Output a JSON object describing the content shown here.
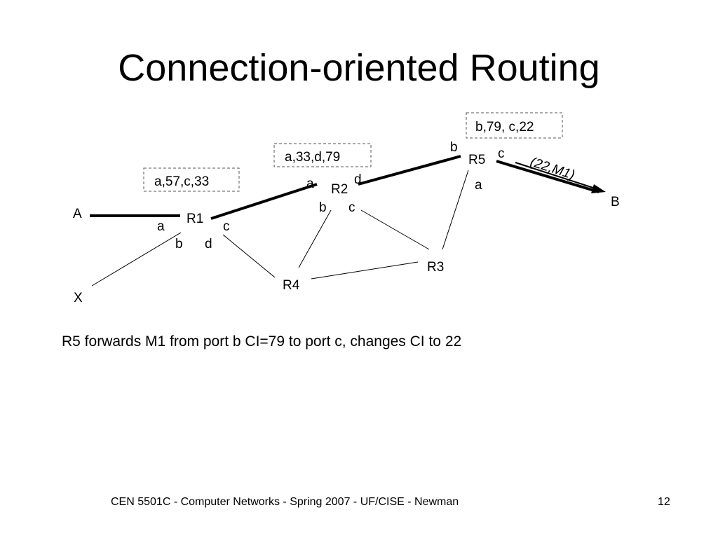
{
  "slide": {
    "title": "Connection-oriented Routing",
    "caption": "R5 forwards M1 from port b CI=79 to port c, changes CI to 22",
    "footer": "CEN 5501C - Computer Networks - Spring 2007 - UF/CISE - Newman",
    "page_number": "12"
  },
  "diagram": {
    "nodes": {
      "A": "A",
      "X": "X",
      "B": "B",
      "R1": "R1",
      "R2": "R2",
      "R3": "R3",
      "R4": "R4",
      "R5": "R5"
    },
    "ports": {
      "r1_a": "a",
      "r1_b": "b",
      "r1_c": "c",
      "r1_d": "d",
      "r2_a": "a",
      "r2_b": "b",
      "r2_c": "c",
      "r2_d": "d",
      "r5_a": "a",
      "r5_b": "b",
      "r5_c": "c"
    },
    "tables": {
      "r1": "a,57,c,33",
      "r2": "a,33,d,79",
      "r5": "b,79, c,22"
    },
    "message_label": "(22,M1)"
  }
}
